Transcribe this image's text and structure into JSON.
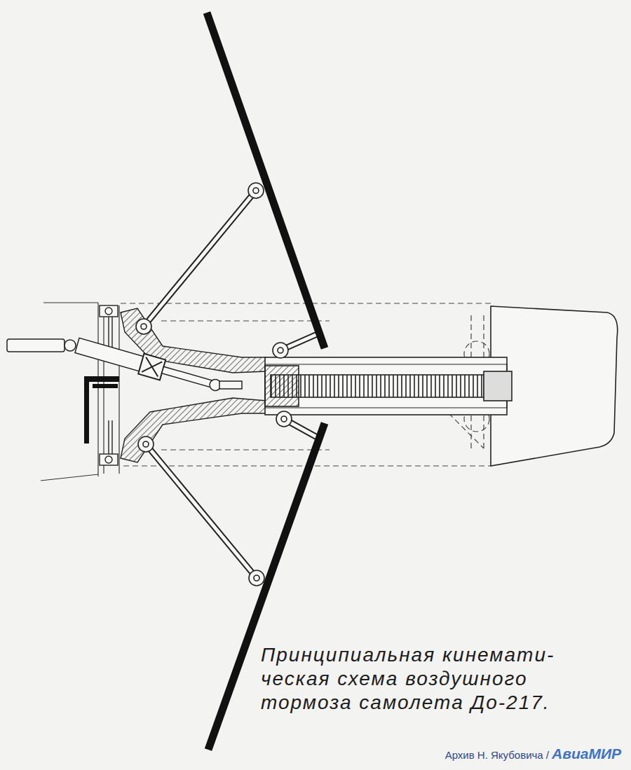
{
  "diagram": {
    "caption": "Принципиальная кинемати- ческая схема воздушного тормоза самолета До-217.",
    "labels": [
      "Архив Н. Якубовича /",
      "АвиаМИР"
    ]
  }
}
